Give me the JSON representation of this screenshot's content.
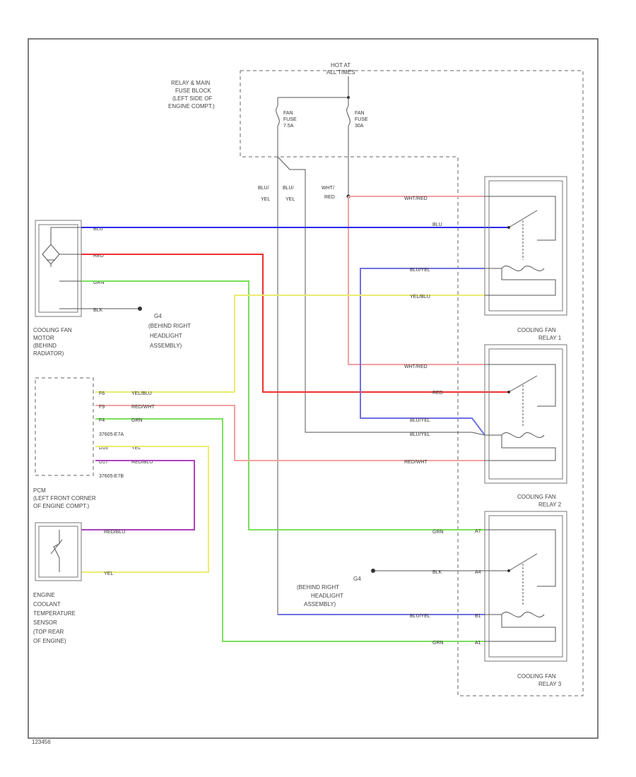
{
  "colors": {
    "blu": "#2a2ae8",
    "red": "#f03030",
    "grn": "#7ae05a",
    "yel": "#ecec70",
    "vio": "#b040c0",
    "pnk": "#f2a0a0",
    "blu_lt": "#7070e0",
    "gray": "#888888",
    "blk": "#333333"
  },
  "header": {
    "hot_at_line1": "HOT AT",
    "hot_at_line2": "ALL TIMES"
  },
  "fuse_block": {
    "label_lines": [
      "RELAY & MAIN",
      "FUSE BLOCK",
      "(LEFT SIDE OF",
      "ENGINE COMPT.)"
    ],
    "fuse_a": [
      "FAN",
      "FUSE",
      "7.5A"
    ],
    "fuse_b": [
      "FAN",
      "FUSE",
      "30A"
    ]
  },
  "wires": {
    "blu_yel_1": [
      "BLU/",
      "YEL"
    ],
    "blu_yel_2": [
      "BLU/",
      "YEL"
    ],
    "wht_red": [
      "WHT/",
      "RED"
    ],
    "wht_red_r1": "WHT/RED",
    "blu": "BLU",
    "blu_yel_r1": "BLU/YEL",
    "yel_blu_r1": "YEL/BLU",
    "wht_red_r2": "WHT/RED",
    "red_r2": "RED",
    "blu_yel_r2a": "BLU/YEL",
    "blu_yel_r2b": "BLU/YEL",
    "red_wht": "RED/WHT",
    "grn_r3": "GRN",
    "blk_r3": "BLK",
    "blu_yel_r3": "BLU/YEL",
    "grn_r3b": "GRN"
  },
  "motor": {
    "label_lines": [
      "COOLING FAN",
      "MOTOR",
      "(BEHIND",
      "RADIATOR)"
    ],
    "wire_labels": [
      "BLU",
      "RED",
      "GRN",
      "BLK"
    ]
  },
  "ground1": {
    "label_lines": [
      "G4",
      "(BEHIND RIGHT",
      "HEADLIGHT",
      "ASSEMBLY)"
    ]
  },
  "ground2": {
    "label_lines": [
      "G4",
      "(BEHIND RIGHT",
      "HEADLIGHT",
      "ASSEMBLY)"
    ]
  },
  "pcm": {
    "label_lines": [
      "PCM",
      "(LEFT FRONT CORNER",
      "OF ENGINE COMPT.)"
    ],
    "pins": [
      "F6",
      "F9",
      "F4",
      "D16",
      "D17"
    ],
    "wires": [
      "YEL/BLU",
      "RED/WHT",
      "GRN",
      "YEL",
      "RED/BLU"
    ],
    "connectors": [
      "37605-E7A",
      "37605-E7B"
    ]
  },
  "sensor": {
    "label_lines": [
      "ENGINE",
      "COOLANT",
      "TEMPERATURE",
      "SENSOR",
      "(TOP REAR",
      "OF ENGINE)"
    ],
    "wires": [
      "RED/BLU",
      "YEL"
    ]
  },
  "relays": {
    "relay1": [
      "COOLING FAN",
      "RELAY 1"
    ],
    "relay2": [
      "COOLING FAN",
      "RELAY 2"
    ],
    "relay3": [
      "COOLING FAN",
      "RELAY 3"
    ],
    "relay3_pins": [
      "A7",
      "A4",
      "B1",
      "A1"
    ]
  },
  "footer": {
    "code": "123456"
  }
}
